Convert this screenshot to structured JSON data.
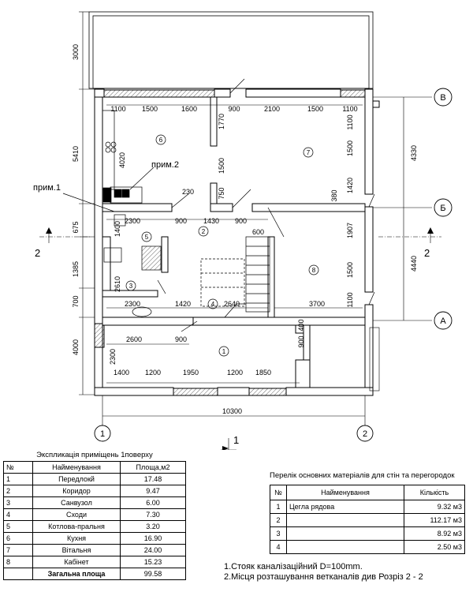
{
  "axes": {
    "letters": [
      "В",
      "Б",
      "А"
    ],
    "numbers": [
      "1",
      "2"
    ]
  },
  "section_mark": "2",
  "section_label_bottom": "1",
  "total_width": "10300",
  "left_dims": [
    "3000",
    "5410",
    "675",
    "1385",
    "700",
    "4000"
  ],
  "right_dims": [
    "4330",
    "4440"
  ],
  "top_dims": [
    "1100",
    "1500",
    "1600",
    "900",
    "2100",
    "1500",
    "1100"
  ],
  "room_dims": [
    "4020",
    "1770",
    "1500",
    "750",
    "230",
    "1500",
    "1420",
    "1100",
    "380",
    "1907",
    "1500",
    "1100",
    "2300",
    "900",
    "1430",
    "900",
    "600",
    "1400",
    "2610",
    "2300",
    "1420",
    "2640",
    "3700",
    "2600",
    "900",
    "900",
    "400",
    "2300",
    "1400",
    "1200",
    "1950",
    "1200",
    "1850"
  ],
  "room_numbers": [
    "1",
    "2",
    "3",
    "4",
    "5",
    "6",
    "7",
    "8"
  ],
  "callouts": [
    "прим.1",
    "прим.2"
  ],
  "rooms_table": {
    "title": "Экспликація приміщень 1поверху",
    "headers": [
      "№",
      "Найменування",
      "Площа,м2"
    ],
    "rows": [
      [
        "1",
        "Передлокй",
        "17.48"
      ],
      [
        "2",
        "Коридор",
        "9.47"
      ],
      [
        "3",
        "Санвузол",
        "6.00"
      ],
      [
        "4",
        "Сходи",
        "7.30"
      ],
      [
        "5",
        "Котлова-пральня",
        "3.20"
      ],
      [
        "6",
        "Кухня",
        "16.90"
      ],
      [
        "7",
        "Вітальня",
        "24.00"
      ],
      [
        "8",
        "Кабінет",
        "15.23"
      ]
    ],
    "total_label": "Загальна площа",
    "total_value": "99.58"
  },
  "materials_table": {
    "title": "Перелік основних матеріалів для стін та перегородок",
    "headers": [
      "№",
      "Найменування",
      "Кількість"
    ],
    "rows": [
      [
        "1",
        "Цегла рядова",
        "9.32  м3"
      ],
      [
        "2",
        "",
        "112.17 м3"
      ],
      [
        "3",
        "",
        "8.92 м3"
      ],
      [
        "4",
        "",
        "2.50 м3"
      ]
    ]
  },
  "notes": [
    "1.Стояк каналізаційний D=100mm.",
    "2.Місця розташування ветканалів див Розріз 2 - 2"
  ]
}
